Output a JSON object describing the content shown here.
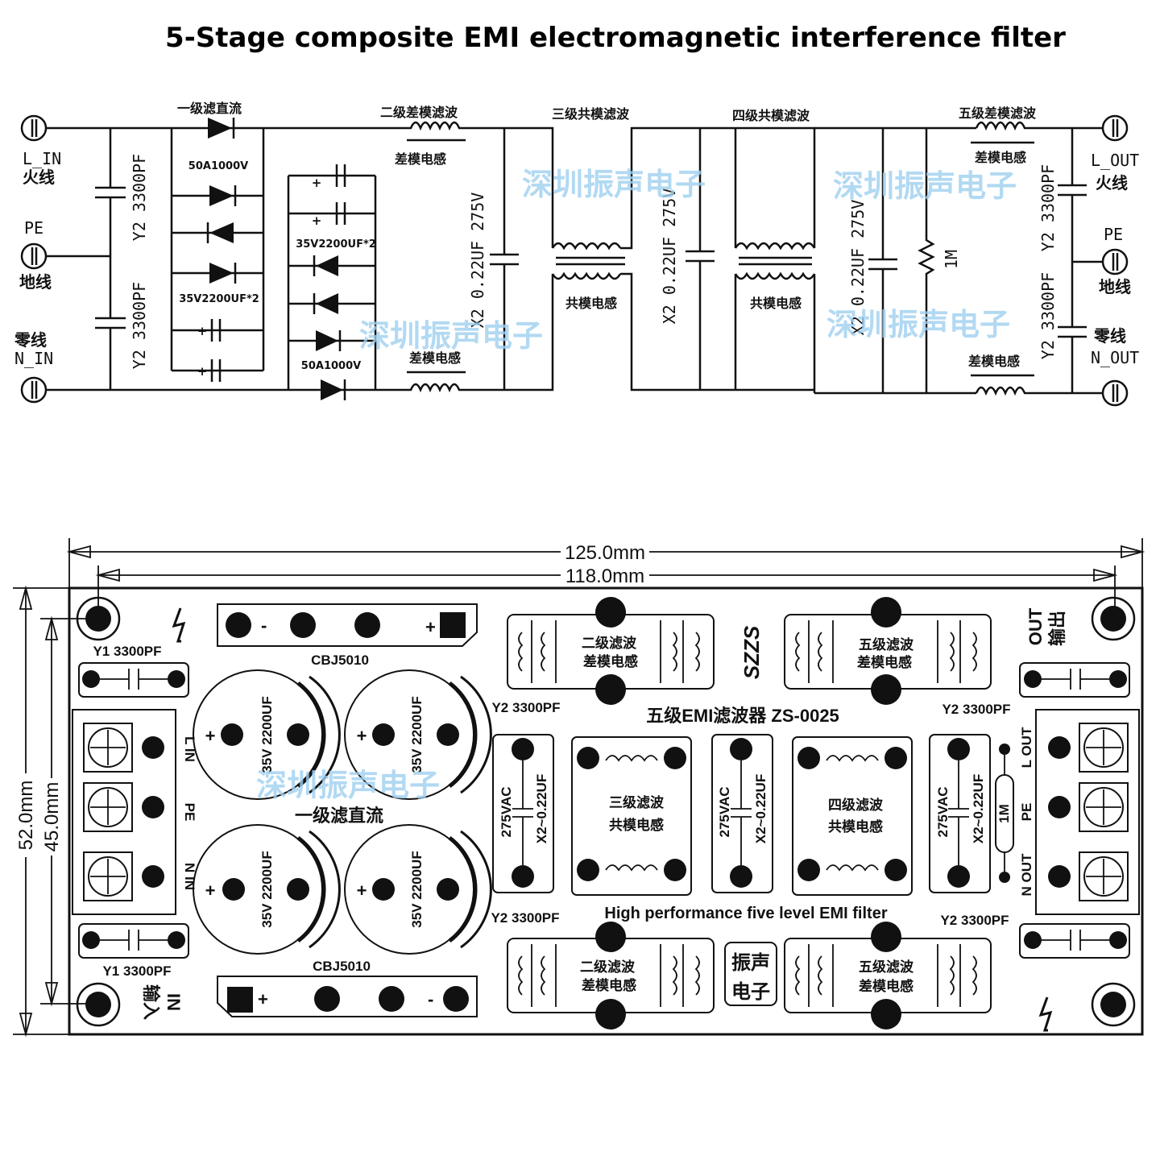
{
  "title": "5-Stage composite EMI electromagnetic interference filter",
  "schematic": {
    "stage1": "一级滤直流",
    "stage2": "二级差模滤波",
    "stage3": "三级共模滤波",
    "stage4": "四级共模滤波",
    "stage5": "五级差模滤波",
    "dm_inductor": "差模电感",
    "cm_inductor": "共模电感",
    "diode_rating": "50A1000V",
    "electrolytic_pair": "35V2200UF*2",
    "y_cap": "Y2 3300PF",
    "x_cap": "X2 0.22UF 275V",
    "resistor": "1M",
    "l_in": "L_IN",
    "live_in": "火线",
    "pe_in": "PE",
    "ground_in": "地线",
    "neutral_in_cn": "零线",
    "n_in": "N_IN",
    "l_out": "L_OUT",
    "live_out": "火线",
    "pe_out": "PE",
    "ground_out": "地线",
    "neutral_out_cn": "零线",
    "n_out": "N_OUT",
    "plus": "+"
  },
  "watermark": "深圳振声电子",
  "pcb": {
    "dim_outer": "125.0mm",
    "dim_inner": "118.0mm",
    "dim_h_outer": "52.0mm",
    "dim_h_inner": "45.0mm",
    "y1_cap": "Y1 3300PF",
    "y2_cap": "Y2 3300PF",
    "bridge": "CBJ5010",
    "electrolytic": "35V 2200UF",
    "stage1": "一级滤直流",
    "stage2_line1": "二级滤波",
    "stage2_line2": "差模电感",
    "stage3_line1": "三级滤波",
    "stage3_line2": "共模电感",
    "stage4_line1": "四级滤波",
    "stage4_line2": "共模电感",
    "stage5_line1": "五级滤波",
    "stage5_line2": "差模电感",
    "x_cap_v": "275VAC",
    "x_cap_val": "X2~0.22UF",
    "resistor": "1M",
    "board_title": "五级EMI滤波器 ZS-0025",
    "subtitle": "High performance five level EMI filter",
    "brand": "SZZS",
    "brand_cn_1": "振声",
    "brand_cn_2": "电子",
    "out_en": "OUT",
    "out_cn": "输出",
    "in_en": "IN",
    "in_cn": "输入",
    "l_in": "L IN",
    "pe": "PE",
    "n_in": "N IN",
    "l_out": "L OUT",
    "n_out": "N OUT",
    "plus": "+",
    "minus": "-"
  }
}
